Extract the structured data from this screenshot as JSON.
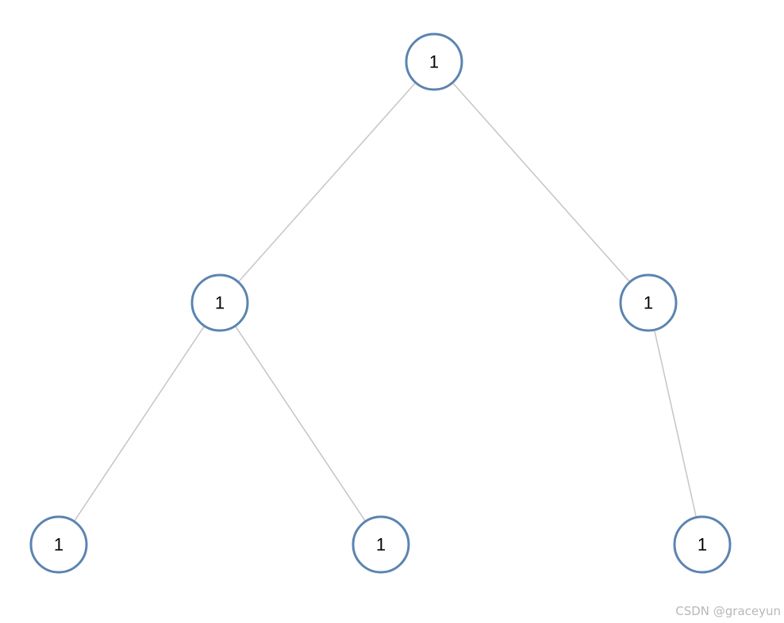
{
  "tree": {
    "nodes": [
      {
        "id": "root",
        "label": "1"
      },
      {
        "id": "l",
        "label": "1"
      },
      {
        "id": "r",
        "label": "1"
      },
      {
        "id": "ll",
        "label": "1"
      },
      {
        "id": "lr",
        "label": "1"
      },
      {
        "id": "rr",
        "label": "1"
      }
    ],
    "edges": [
      {
        "from": "root",
        "to": "l"
      },
      {
        "from": "root",
        "to": "r"
      },
      {
        "from": "l",
        "to": "ll"
      },
      {
        "from": "l",
        "to": "lr"
      },
      {
        "from": "r",
        "to": "rr"
      }
    ]
  },
  "colors": {
    "node_stroke": "#5b84b1",
    "edge": "#c8c8c8",
    "watermark": "#b8b8b8"
  },
  "watermark": "CSDN @graceyun"
}
